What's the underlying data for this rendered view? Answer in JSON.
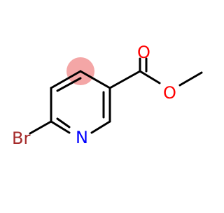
{
  "molecule": {
    "atoms": {
      "bromine": "Br",
      "nitrogen": "N",
      "carbonyl_oxygen": "O",
      "ester_oxygen": "O"
    },
    "colors": {
      "bond": "#000000",
      "bromine": "#a52a2a",
      "nitrogen": "#0000ff",
      "oxygen": "#ff0000",
      "highlight": "#f4a6a6"
    }
  }
}
